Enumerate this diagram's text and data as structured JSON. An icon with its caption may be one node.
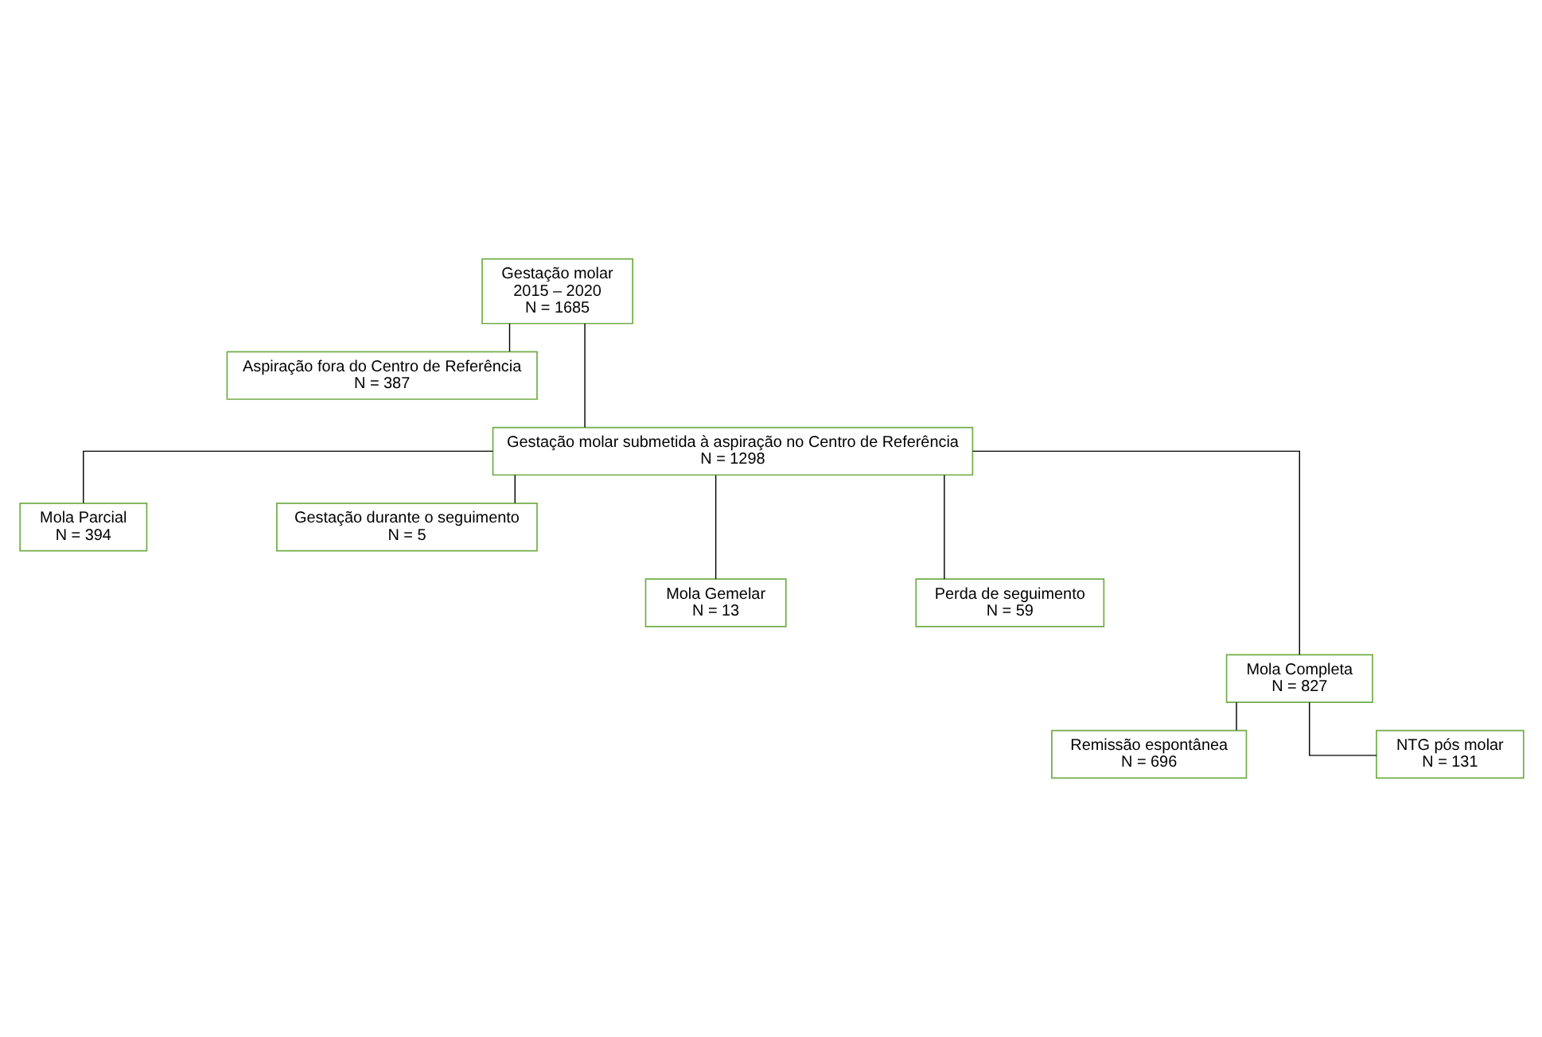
{
  "diagram": {
    "nodes": [
      {
        "text": [
          "Gestação molar",
          "2015 – 2020",
          "N = 1685"
        ]
      },
      {
        "text": [
          "Aspiração fora do Centro de Referência",
          "N = 387"
        ]
      },
      {
        "text": [
          "Gestação molar submetida à aspiração no Centro de Referência",
          "N = 1298"
        ]
      },
      {
        "text": [
          "Mola Parcial",
          "N = 394"
        ]
      },
      {
        "text": [
          "Gestação durante o seguimento",
          "N = 5"
        ]
      },
      {
        "text": [
          "Mola Gemelar",
          "N = 13"
        ]
      },
      {
        "text": [
          "Perda de seguimento",
          "N = 59"
        ]
      },
      {
        "text": [
          "Mola Completa",
          "N = 827"
        ]
      },
      {
        "text": [
          "Remissão espontânea",
          "N = 696"
        ]
      },
      {
        "text": [
          "NTG pós molar",
          "N = 131"
        ]
      }
    ],
    "edges": [
      {
        "from": 0,
        "to": 1,
        "arrow": "none"
      },
      {
        "from": 0,
        "to": 2,
        "arrow": "none"
      },
      {
        "from": 2,
        "to": 3,
        "arrow": "none"
      },
      {
        "from": 2,
        "to": 4,
        "arrow": "none"
      },
      {
        "from": 2,
        "to": 5,
        "arrow": "none"
      },
      {
        "from": 2,
        "to": 6,
        "arrow": "none"
      },
      {
        "from": 2,
        "to": 7,
        "arrow": "none"
      },
      {
        "from": 7,
        "to": 8,
        "arrow": "none"
      },
      {
        "from": 7,
        "to": 9,
        "arrow": "none"
      }
    ]
  }
}
